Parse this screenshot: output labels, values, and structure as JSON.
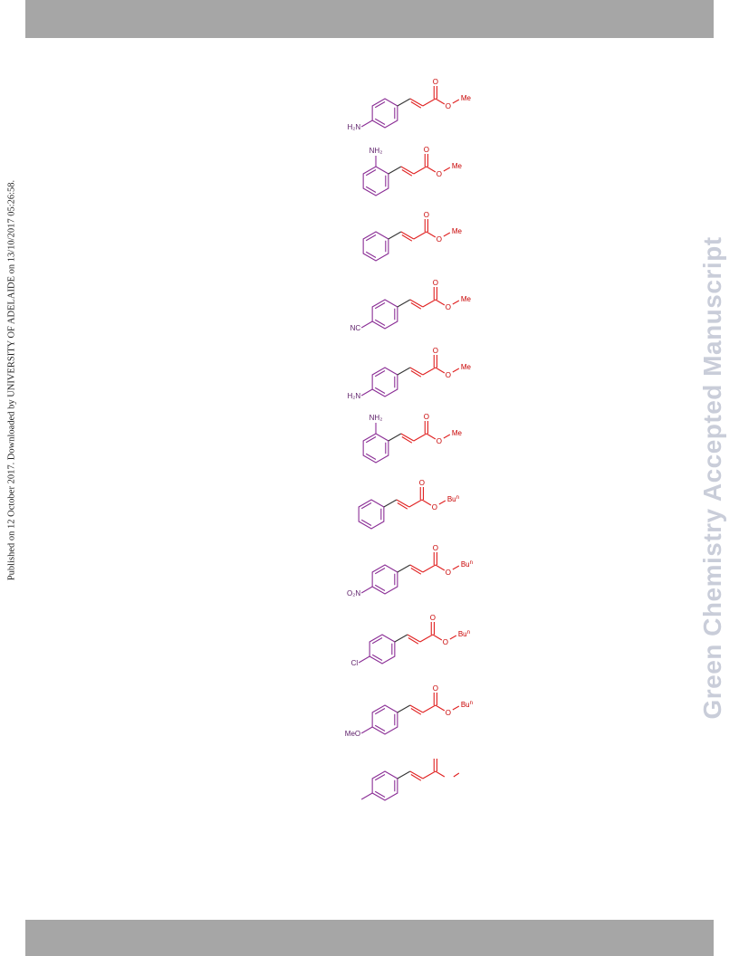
{
  "side_note": "Published on 12 October 2017. Downloaded by UNIVERSITY OF ADELAIDE on 13/10/2017 05:26:58.",
  "watermark": "Green Chemistry Accepted Manuscript",
  "colors": {
    "band": "#a6a6a6",
    "aryl": "#8b2f96",
    "ester": "#e02020",
    "text_purple": "#5a1a66",
    "text_red": "#c80000"
  },
  "compounds": [
    {
      "substituent": "H₂N",
      "position": "para",
      "ester_group": "Me"
    },
    {
      "substituent": "NH₂",
      "position": "ortho",
      "ester_group": "Me"
    },
    {
      "substituent": "",
      "position": "none",
      "ester_group": "Me"
    },
    {
      "substituent": "NC",
      "position": "para",
      "ester_group": "Me"
    },
    {
      "substituent": "H₂N",
      "position": "para",
      "ester_group": "Me"
    },
    {
      "substituent": "NH₂",
      "position": "ortho",
      "ester_group": "Me"
    },
    {
      "substituent": "",
      "position": "none",
      "ester_group": "Bu",
      "ester_sup": "n"
    },
    {
      "substituent": "O₂N",
      "position": "para",
      "ester_group": "Bu",
      "ester_sup": "n"
    },
    {
      "substituent": "Cl",
      "position": "para",
      "ester_group": "Bu",
      "ester_sup": "n"
    },
    {
      "substituent": "MeO",
      "position": "para",
      "ester_group": "Bu",
      "ester_sup": "n"
    },
    {
      "substituent": "",
      "position": "para-methyl",
      "ester_group": "",
      "truncated": true
    }
  ],
  "atom_labels": {
    "carbonyl_oxygen": "O",
    "ester_oxygen": "O"
  }
}
